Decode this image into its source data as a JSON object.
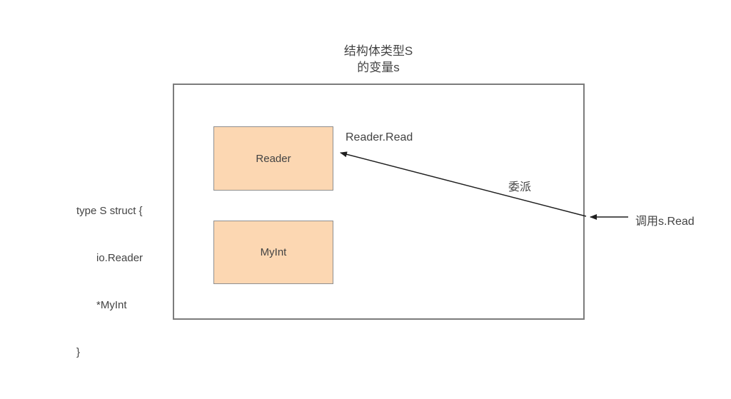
{
  "title": {
    "line1": "结构体类型S",
    "line2": "的变量s"
  },
  "code": {
    "line1": "type S struct {",
    "line2": "io.Reader",
    "line3": "*MyInt",
    "line4": "}"
  },
  "boxes": {
    "reader_label": "Reader",
    "myint_label": "MyInt"
  },
  "labels": {
    "reader_read": "Reader.Read",
    "delegate": "委派",
    "call_s_read": "调用s.Read"
  },
  "icons": {
    "delegate_arrow": "arrow-left-up",
    "call_arrow": "arrow-left"
  },
  "colors": {
    "box_fill": "#FCD7B2",
    "box_border": "#8f8f8f",
    "outer_border": "#7c7c7c",
    "arrow": "#1f1f1f",
    "text": "#434343"
  }
}
